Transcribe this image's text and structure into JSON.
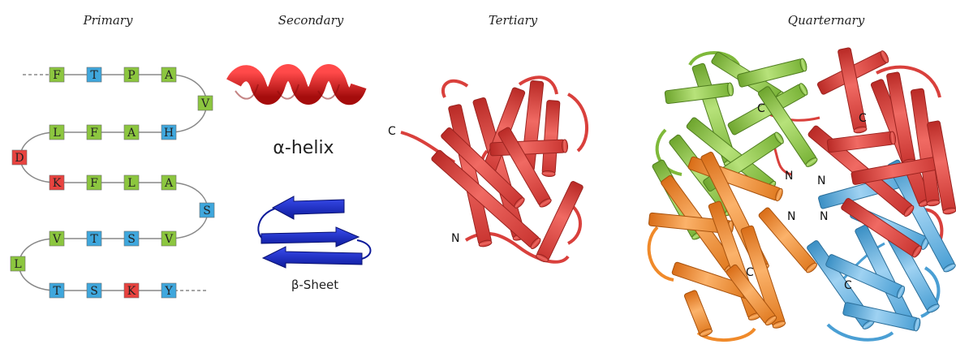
{
  "titles": {
    "primary": "Primary",
    "secondary": "Secondary",
    "tertiary": "Tertiary",
    "quaternary": "Quarternary"
  },
  "primary": {
    "rows": [
      [
        "F",
        "T",
        "P",
        "A"
      ],
      [
        "L",
        "F",
        "A",
        "H"
      ],
      [
        "K",
        "F",
        "L",
        "A"
      ],
      [
        "V",
        "T",
        "S",
        "V"
      ],
      [
        "T",
        "S",
        "K",
        "Y"
      ]
    ],
    "turns": [
      "V",
      "D",
      "S",
      "L"
    ]
  },
  "secondary": {
    "helix_label": "α-helix",
    "sheet_label": "β-Sheet"
  },
  "tertiary": {
    "c_label": "C",
    "n_label": "N"
  },
  "quaternary": {
    "c_label": "C",
    "n_label": "N"
  },
  "colors": {
    "green": "#8cc63f",
    "blue": "#3fa7dd",
    "red": "#e8433f",
    "orange": "#f48a2a",
    "helix_red": "#e21f1f",
    "sheet_blue": "#1c2fd1"
  }
}
